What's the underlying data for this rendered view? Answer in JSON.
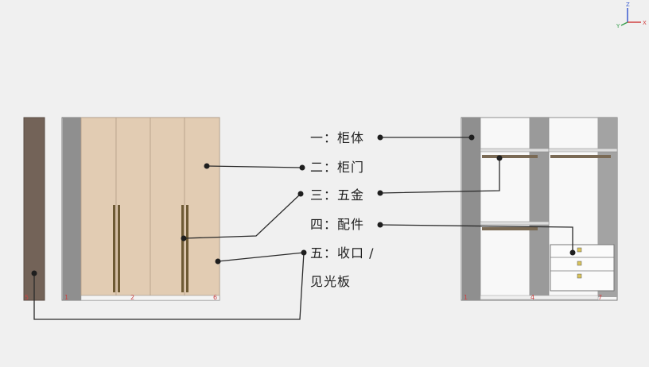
{
  "labels": {
    "cabinet_body": "一：柜体",
    "cabinet_door": "二：柜门",
    "hardware": "三：五金",
    "accessories": "四：配件",
    "trim_line1": "五：收口 /",
    "trim_line2": "见光板"
  },
  "panel_numbers": {
    "side_panel": "5",
    "doors_left": "1",
    "doors_mid": "2",
    "doors_right": "6",
    "interior_left": "1",
    "interior_mid": "4",
    "interior_right": "7"
  },
  "axis": {
    "z": "Z",
    "y": "Y",
    "x": "X"
  },
  "colors": {
    "side_panel": "#736358",
    "door_wood": "#e2ccb3",
    "frame_gray": "#8f8f8f",
    "interior": "#f6f6f6",
    "handle": "#6e5a34",
    "line": "#2a2a2a"
  }
}
